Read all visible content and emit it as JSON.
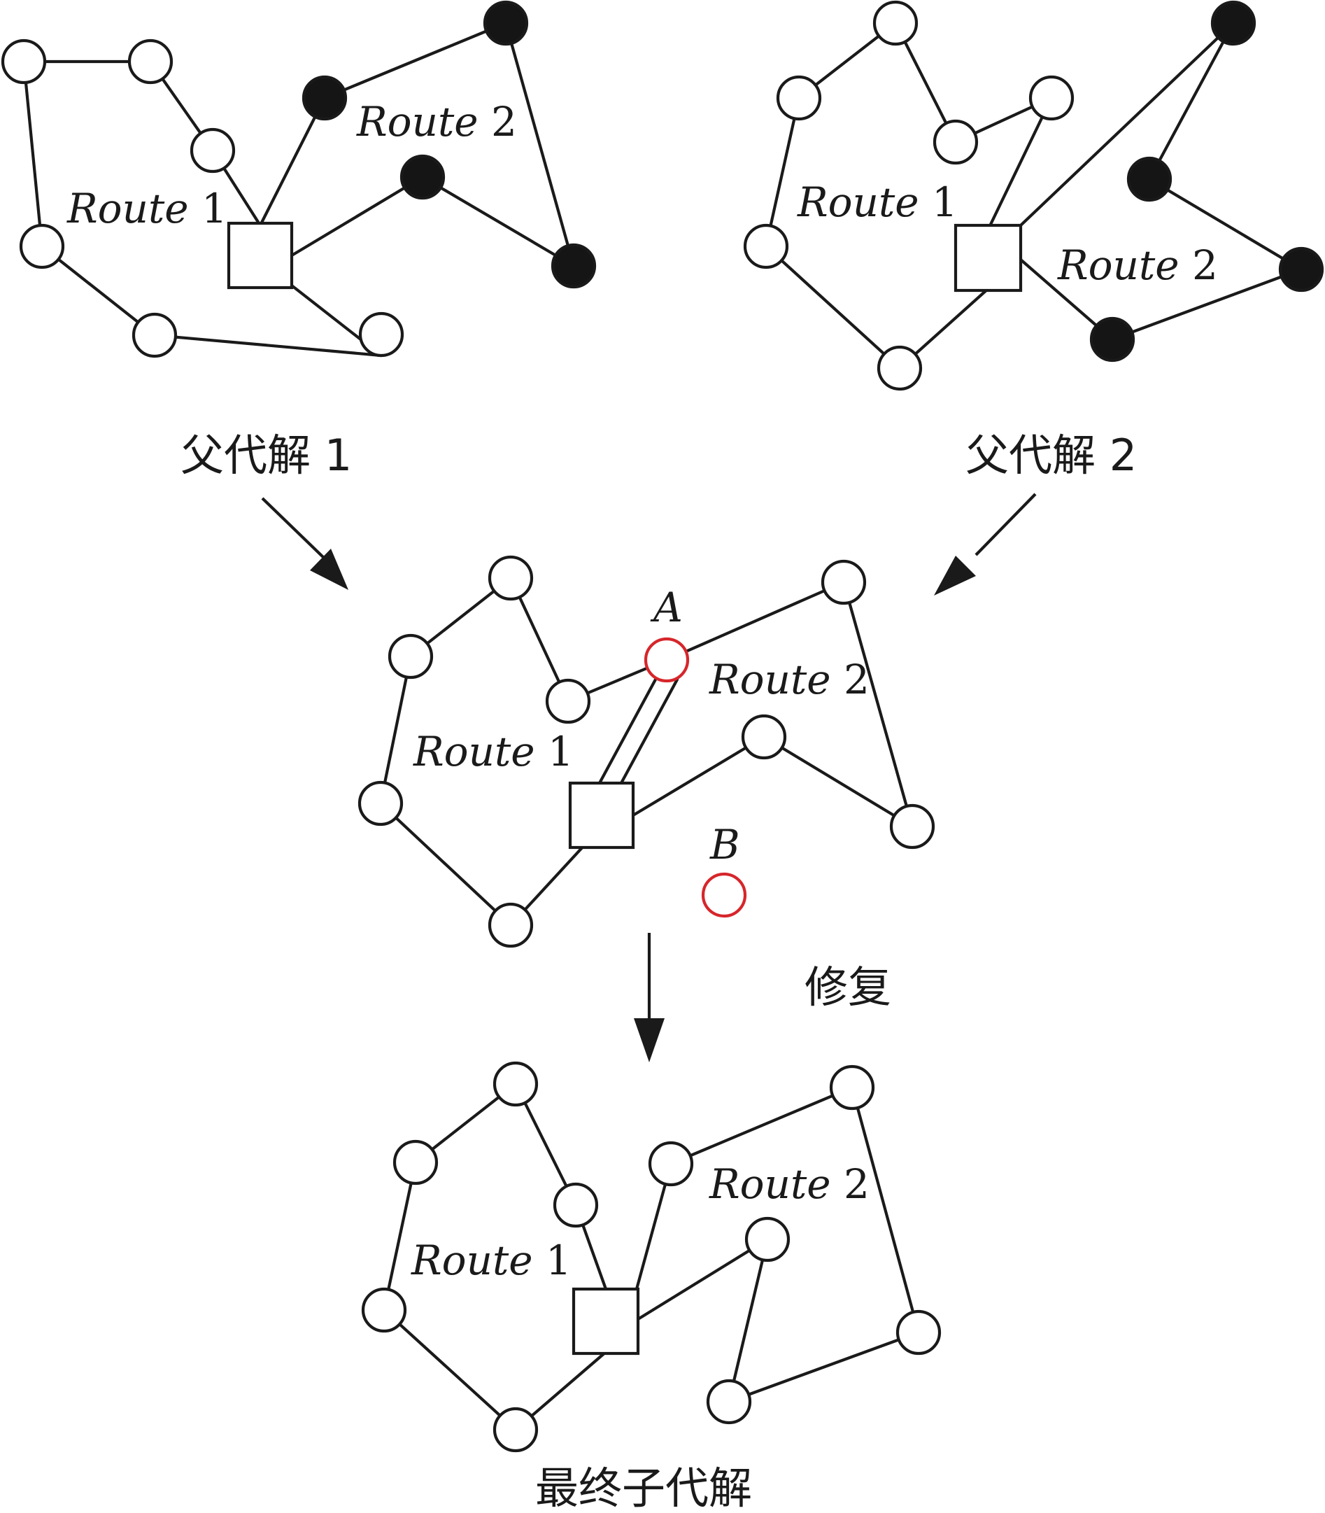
{
  "captions": {
    "parent1": "父代解 1",
    "parent2": "父代解 2",
    "repair": "修复",
    "final": "最终子代解"
  },
  "route_labels": {
    "r1_word": "Route",
    "r1_num": "1",
    "r2_word": "Route",
    "r2_num": "2"
  },
  "points": {
    "a": "A",
    "b": "B"
  },
  "colors": {
    "line": "#1a1a1a",
    "filled_node": "#151515",
    "highlight": "#d6262b",
    "background": "#ffffff"
  }
}
